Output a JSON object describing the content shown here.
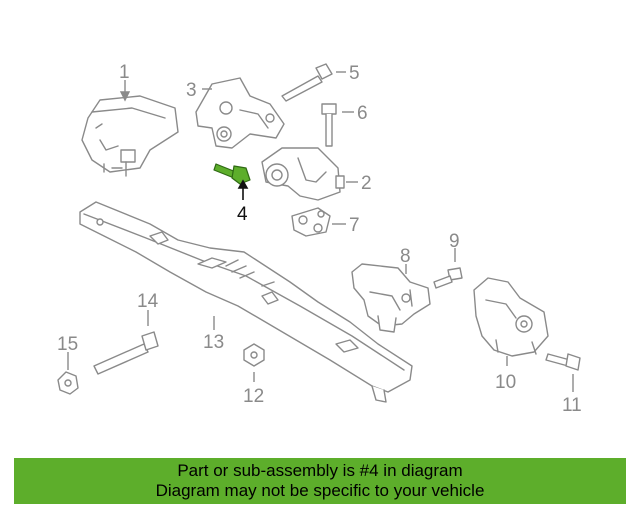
{
  "diagram": {
    "callouts": [
      {
        "id": "1",
        "label": "1"
      },
      {
        "id": "2",
        "label": "2"
      },
      {
        "id": "3",
        "label": "3"
      },
      {
        "id": "4",
        "label": "4"
      },
      {
        "id": "5",
        "label": "5"
      },
      {
        "id": "6",
        "label": "6"
      },
      {
        "id": "7",
        "label": "7"
      },
      {
        "id": "8",
        "label": "8"
      },
      {
        "id": "9",
        "label": "9"
      },
      {
        "id": "10",
        "label": "10"
      },
      {
        "id": "11",
        "label": "11"
      },
      {
        "id": "12",
        "label": "12"
      },
      {
        "id": "13",
        "label": "13"
      },
      {
        "id": "14",
        "label": "14"
      },
      {
        "id": "15",
        "label": "15"
      }
    ],
    "highlighted_part": "4",
    "colors": {
      "outline": "#8a8a8a",
      "highlight": "#5dae2b",
      "banner": "#5dae2b"
    }
  },
  "banner": {
    "line1": "Part or sub-assembly is #4 in diagram",
    "line2": "Diagram may not be specific to your vehicle"
  }
}
